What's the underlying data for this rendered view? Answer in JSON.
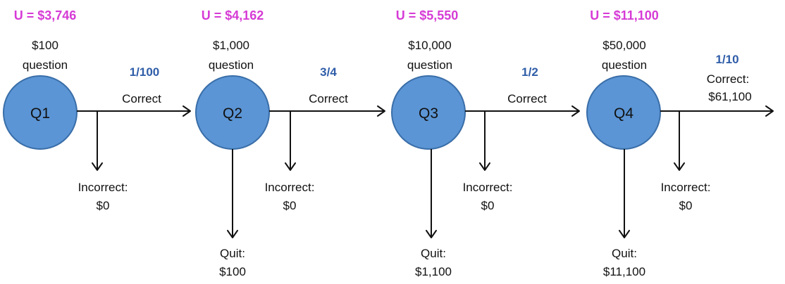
{
  "stages": [
    {
      "node": "Q1",
      "utility": "U = $3,746",
      "prize": "$100",
      "prize_word": "question",
      "prob": "1/100",
      "correct_label": "Correct",
      "incorrect_label": "Incorrect:",
      "incorrect_value": "$0",
      "quit_label": "",
      "quit_value": ""
    },
    {
      "node": "Q2",
      "utility": "U = $4,162",
      "prize": "$1,000",
      "prize_word": "question",
      "prob": "3/4",
      "correct_label": "Correct",
      "incorrect_label": "Incorrect:",
      "incorrect_value": "$0",
      "quit_label": "Quit:",
      "quit_value": "$100"
    },
    {
      "node": "Q3",
      "utility": "U = $5,550",
      "prize": "$10,000",
      "prize_word": "question",
      "prob": "1/2",
      "correct_label": "Correct",
      "incorrect_label": "Incorrect:",
      "incorrect_value": "$0",
      "quit_label": "Quit:",
      "quit_value": "$1,100"
    },
    {
      "node": "Q4",
      "utility": "U = $11,100",
      "prize": "$50,000",
      "prize_word": "question",
      "prob": "1/10",
      "correct_label": "Correct:",
      "correct_value": "$61,100",
      "incorrect_label": "Incorrect:",
      "incorrect_value": "$0",
      "quit_label": "Quit:",
      "quit_value": "$11,100"
    }
  ],
  "colors": {
    "node_fill": "#5b95d5",
    "node_stroke": "#3a6ea8",
    "utility_text": "#d63bd6",
    "probability_text": "#2f5da8",
    "line": "#111111"
  }
}
